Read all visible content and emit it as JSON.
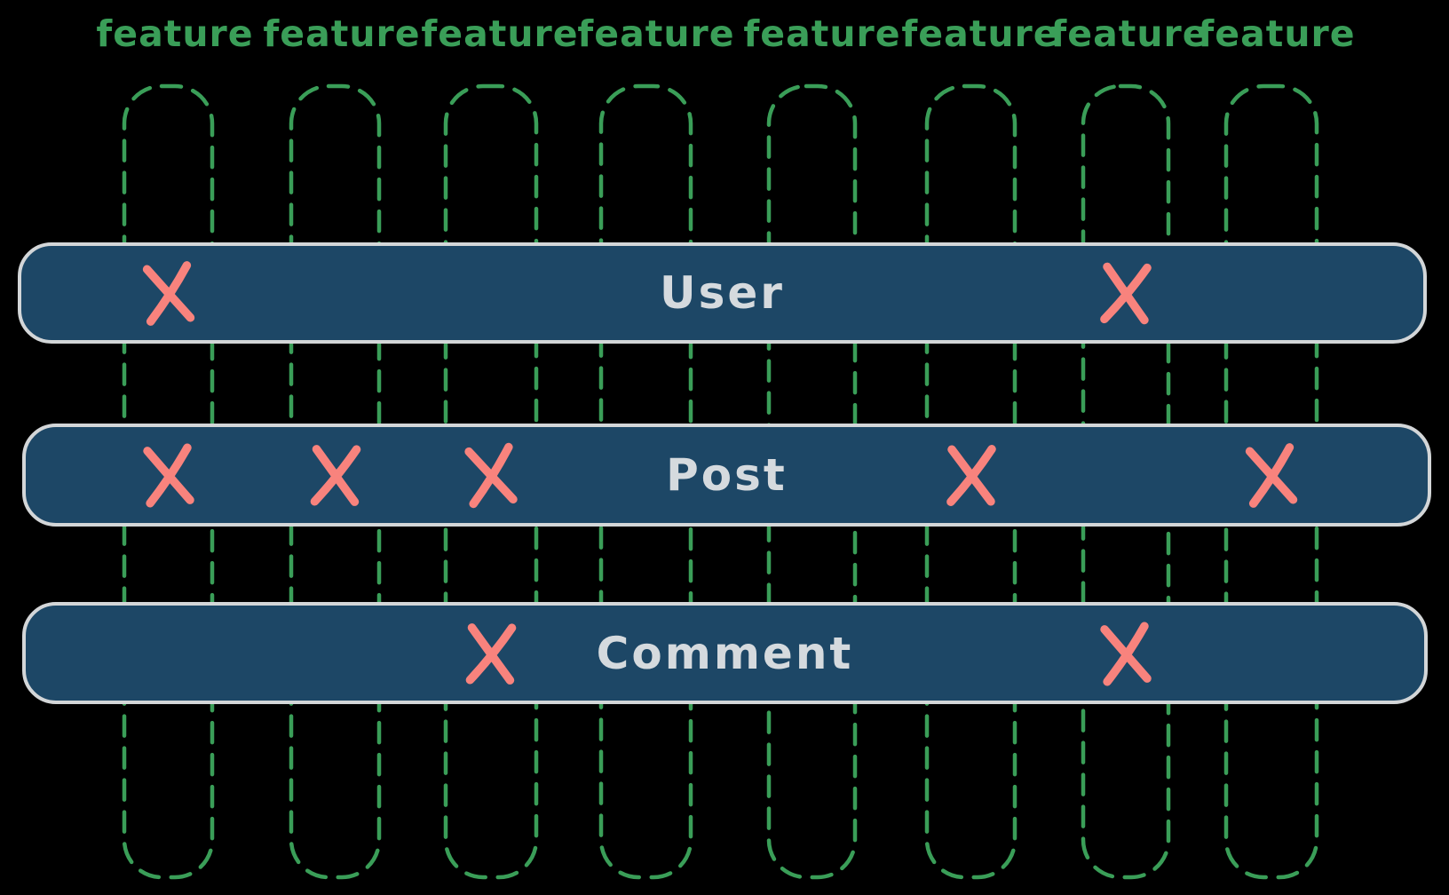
{
  "diagram": {
    "background_color": "#000000",
    "palette": {
      "feature_label_green": "#3a9e58",
      "entity_bar_fill": "#1d4766",
      "entity_bar_border": "#d3d6d8",
      "entity_label_text": "#d5dade",
      "mark_salmon": "#f8837d"
    },
    "columns": [
      {
        "label": "feature"
      },
      {
        "label": "feature"
      },
      {
        "label": "feature"
      },
      {
        "label": "feature"
      },
      {
        "label": "feature"
      },
      {
        "label": "feature"
      },
      {
        "label": "feature"
      },
      {
        "label": "feature"
      }
    ],
    "rows": [
      {
        "label": "User",
        "marked_columns": [
          1,
          7
        ]
      },
      {
        "label": "Post",
        "marked_columns": [
          1,
          2,
          3,
          6,
          8
        ]
      },
      {
        "label": "Comment",
        "marked_columns": [
          3,
          7
        ]
      }
    ]
  }
}
